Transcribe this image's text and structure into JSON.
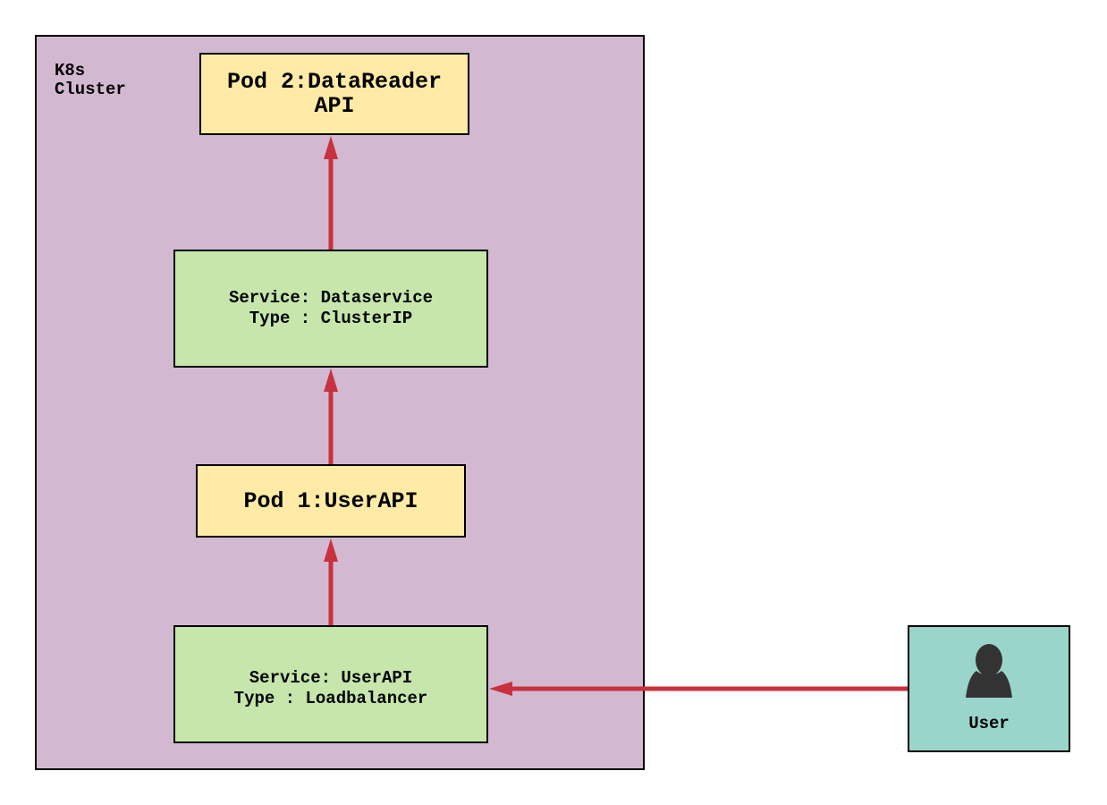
{
  "cluster": {
    "label_lines": [
      "K8s",
      "Cluster"
    ]
  },
  "nodes": {
    "pod2": {
      "lines": [
        "Pod 2:DataReader",
        "API"
      ]
    },
    "dataservice": {
      "lines": [
        "Service: Dataservice",
        "Type : ClusterIP"
      ]
    },
    "pod1": {
      "lines": [
        "Pod 1:UserAPI"
      ]
    },
    "userapi_service": {
      "lines": [
        "Service: UserAPI",
        "Type : Loadbalancer"
      ]
    },
    "user": {
      "label": "User",
      "icon": "user-icon"
    }
  },
  "edges": [
    {
      "from": "dataservice",
      "to": "pod2"
    },
    {
      "from": "pod1",
      "to": "dataservice"
    },
    {
      "from": "userapi_service",
      "to": "pod1"
    },
    {
      "from": "user",
      "to": "userapi_service"
    }
  ],
  "colors": {
    "cluster_fill": "#d2b9d1",
    "pod_fill": "#ffeba5",
    "service_fill": "#c6e6ac",
    "user_fill": "#9ad5cb",
    "arrow": "#c8313e",
    "icon": "#333333"
  }
}
